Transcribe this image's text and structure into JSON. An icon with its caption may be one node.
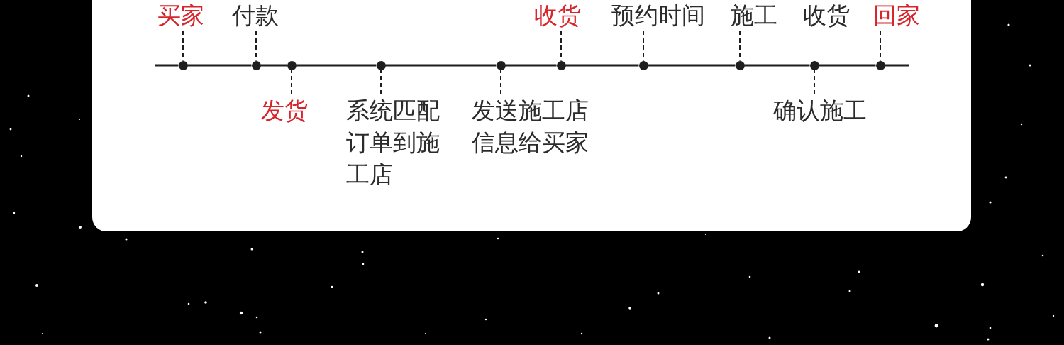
{
  "diagram": {
    "nodes": [
      {
        "text": [
          "买家"
        ]
      },
      {
        "text": [],
        "shape": "circle"
      },
      {
        "text": [
          "付款"
        ]
      },
      {
        "text": [],
        "shape": "circle"
      },
      {
        "text": [],
        "shape": "circle"
      },
      {
        "text": [
          "发货"
        ]
      },
      {
        "text": [],
        "shape": "circle"
      },
      {
        "text": [
          "系统匹配订单到施工店"
        ]
      },
      {
        "text": [],
        "shape": "circle"
      },
      {
        "text": [
          "发送施工店信息给买家"
        ]
      },
      {
        "text": [
          "收货"
        ]
      },
      {
        "text": [],
        "shape": "circle"
      },
      {
        "text": [
          "预约时间"
        ]
      },
      {
        "text": [],
        "shape": "circle"
      },
      {
        "text": [
          "施工"
        ]
      },
      {
        "text": [],
        "shape": "circle"
      },
      {
        "text": [],
        "shape": "circle"
      },
      {
        "text": [
          "确认施工"
        ]
      },
      {
        "text": [
          "回家"
        ]
      },
      {
        "text": [],
        "shape": "circle"
      }
    ],
    "edges": [
      {
        "from": 0,
        "to": 1,
        "arrow": "none",
        "style": "dashed"
      },
      {
        "from": 2,
        "to": 3,
        "arrow": "none",
        "style": "dashed"
      },
      {
        "from": 5,
        "to": 4,
        "arrow": "none",
        "style": "dashed"
      },
      {
        "from": 7,
        "to": 6,
        "arrow": "none",
        "style": "dashed"
      },
      {
        "from": 9,
        "to": 8,
        "arrow": "none",
        "style": "dashed"
      },
      {
        "from": 10,
        "to": 11,
        "arrow": "none",
        "style": "dashed"
      },
      {
        "from": 12,
        "to": 13,
        "arrow": "none",
        "style": "dashed"
      },
      {
        "from": 14,
        "to": 15,
        "arrow": "none",
        "style": "dashed"
      },
      {
        "from": 17,
        "to": 16,
        "arrow": "none",
        "style": "dashed"
      },
      {
        "from": 18,
        "to": 19,
        "arrow": "none",
        "style": "dashed"
      },
      {
        "from": null,
        "to": 1,
        "arrow": "none"
      },
      {
        "from": 1,
        "to": 3,
        "arrow": "none"
      },
      {
        "from": 3,
        "to": 4,
        "arrow": "none"
      },
      {
        "from": 4,
        "to": 6,
        "arrow": "none"
      },
      {
        "from": 6,
        "to": 8,
        "arrow": "none"
      },
      {
        "from": 8,
        "to": 11,
        "arrow": "none"
      },
      {
        "from": 11,
        "to": 13,
        "arrow": "none"
      },
      {
        "from": 13,
        "to": 15,
        "arrow": "none"
      },
      {
        "from": 15,
        "to": 16,
        "arrow": "none"
      },
      {
        "from": 16,
        "to": 19,
        "arrow": "none"
      },
      {
        "from": 19,
        "to": null,
        "arrow": "none"
      }
    ],
    "labels": [
      "收货"
    ]
  }
}
